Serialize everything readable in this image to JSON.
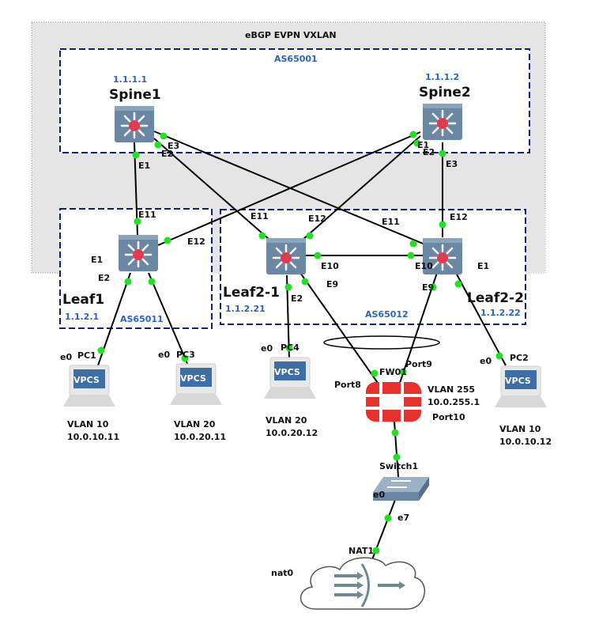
{
  "region": {
    "title": "eBGP EVPN VXLAN",
    "fill": "#e5e5e5"
  },
  "as_groups": {
    "spine": {
      "label": "AS65001"
    },
    "leaf1": {
      "label": "AS65011"
    },
    "leaf2": {
      "label": "AS65012"
    }
  },
  "nodes": {
    "spine1": {
      "name": "Spine1",
      "ip": "1.1.1.1",
      "icon": "l3-switch-icon"
    },
    "spine2": {
      "name": "Spine2",
      "ip": "1.1.1.2",
      "icon": "l3-switch-icon"
    },
    "leaf1": {
      "name": "Leaf1",
      "ip": "1.1.2.1",
      "icon": "l3-switch-icon"
    },
    "leaf21": {
      "name": "Leaf2-1",
      "ip": "1.1.2.21",
      "icon": "l3-switch-icon"
    },
    "leaf22": {
      "name": "Leaf2-2",
      "ip": "1.1.2.22",
      "icon": "l3-switch-icon"
    },
    "pc1": {
      "name": "PC1",
      "port": "e0",
      "vlan": "VLAN 10",
      "ip": "10.0.10.11",
      "icon_text": "VPCS"
    },
    "pc3": {
      "name": "PC3",
      "port": "e0",
      "vlan": "VLAN 20",
      "ip": "10.0.20.11",
      "icon_text": "VPCS"
    },
    "pc4": {
      "name": "PC4",
      "port": "e0",
      "vlan": "VLAN 20",
      "ip": "10.0.20.12",
      "icon_text": "VPCS"
    },
    "pc2": {
      "name": "PC2",
      "port": "e0",
      "vlan": "VLAN 10",
      "ip": "10.0.10.12",
      "icon_text": "VPCS"
    },
    "fw": {
      "name": "FW01",
      "vlan": "VLAN 255",
      "ip": "10.0.255.1",
      "icon": "firewall-icon"
    },
    "switch1": {
      "name": "Switch1",
      "icon": "switch-icon"
    },
    "nat1": {
      "name": "NAT1",
      "icon": "nat-cloud-icon"
    }
  },
  "ports": {
    "spine1_e1": "E1",
    "spine1_e2": "E2",
    "spine1_e3": "E3",
    "spine2_e1": "E1",
    "spine2_e2": "E2",
    "spine2_e3": "E3",
    "leaf1_e11": "E11",
    "leaf1_e12": "E12",
    "leaf1_e1": "E1",
    "leaf1_e2": "E2",
    "leaf21_e11": "E11",
    "leaf21_e12": "E12",
    "leaf21_e10": "E10",
    "leaf21_e9": "E9",
    "leaf21_e2": "E2",
    "leaf22_e11": "E11",
    "leaf22_e12": "E12",
    "leaf22_e10": "E10",
    "leaf22_e9": "E9",
    "leaf22_e1": "E1",
    "fw_port8": "Port8",
    "fw_port9": "Port9",
    "fw_port10": "Port10",
    "switch_e0": "e0",
    "switch_e7": "e7",
    "nat_nat0": "nat0"
  },
  "colors": {
    "link_dot": "#22e022",
    "as_border": "#101a8c",
    "ip_text": "#2a64c0",
    "firewall": "#e8302c",
    "switch_body": "#6a87a3"
  }
}
